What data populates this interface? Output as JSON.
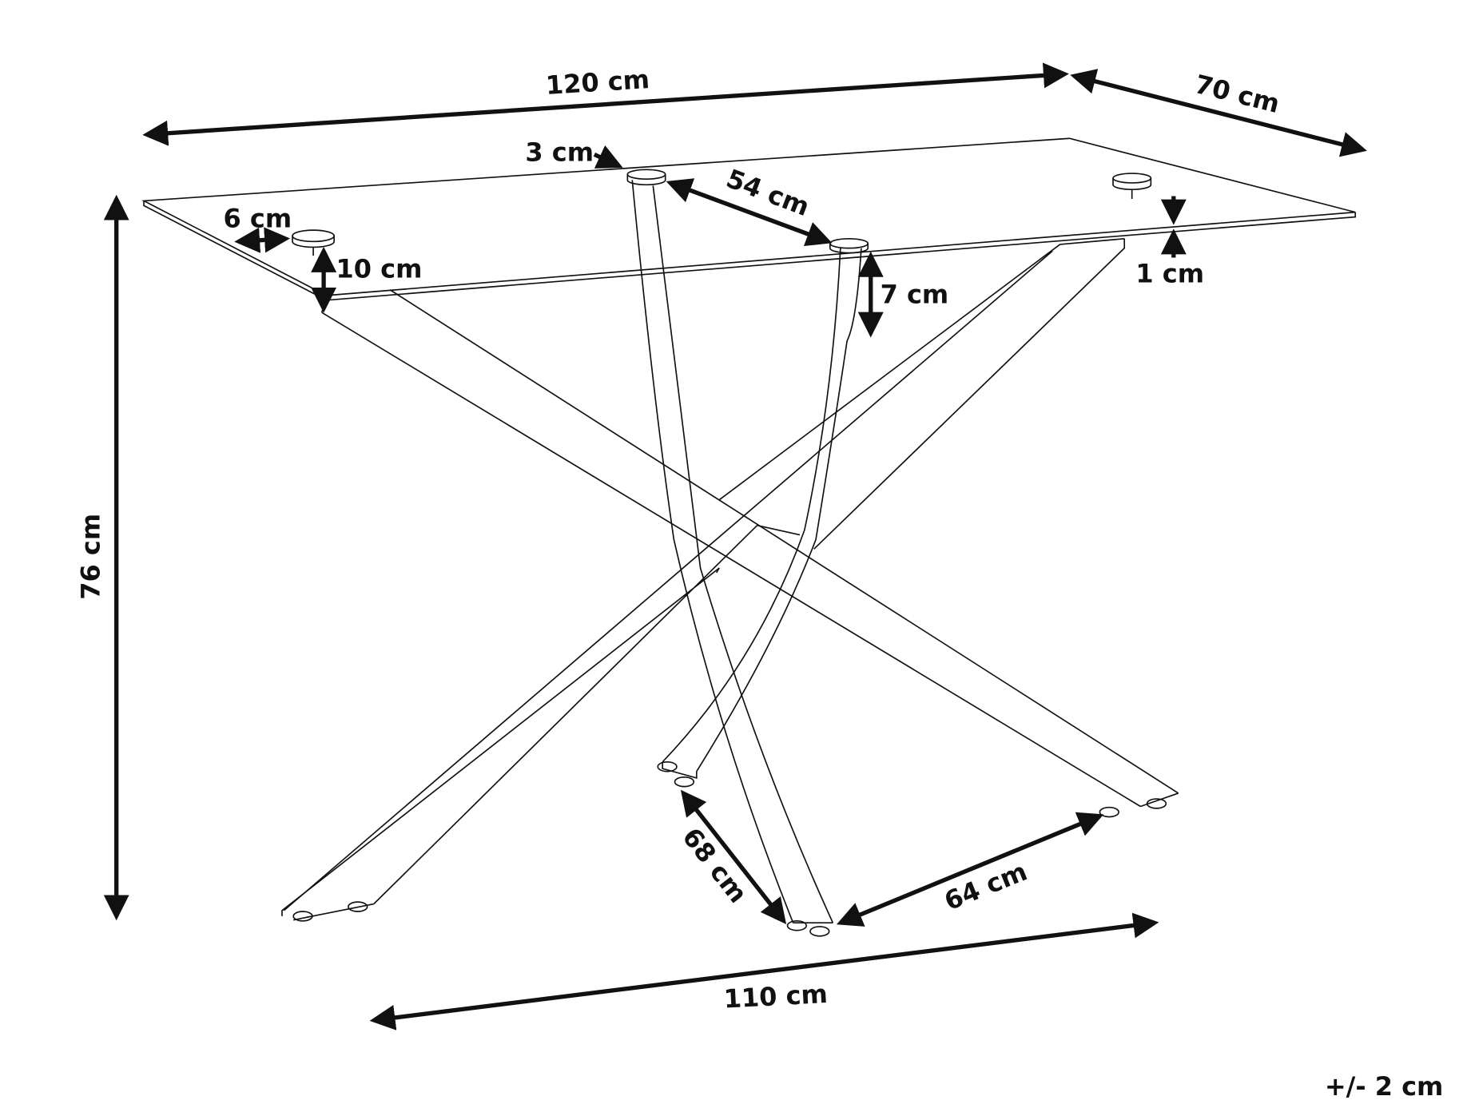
{
  "drawing": {
    "dimensions": {
      "length": "120 cm",
      "depth": "70 cm",
      "height": "76 cm",
      "base_length": "110 cm",
      "leg_offset": "3 cm",
      "edge_inset": "6 cm",
      "glass_to_leg": "10 cm",
      "bracket_spacing": "54 cm",
      "bracket_height": "7 cm",
      "glass_thickness": "1 cm",
      "foot_spacing_a": "68 cm",
      "foot_spacing_b": "64 cm"
    },
    "tolerance": "+/- 2 cm",
    "colors": {
      "line": "#111111",
      "background": "#ffffff"
    }
  }
}
